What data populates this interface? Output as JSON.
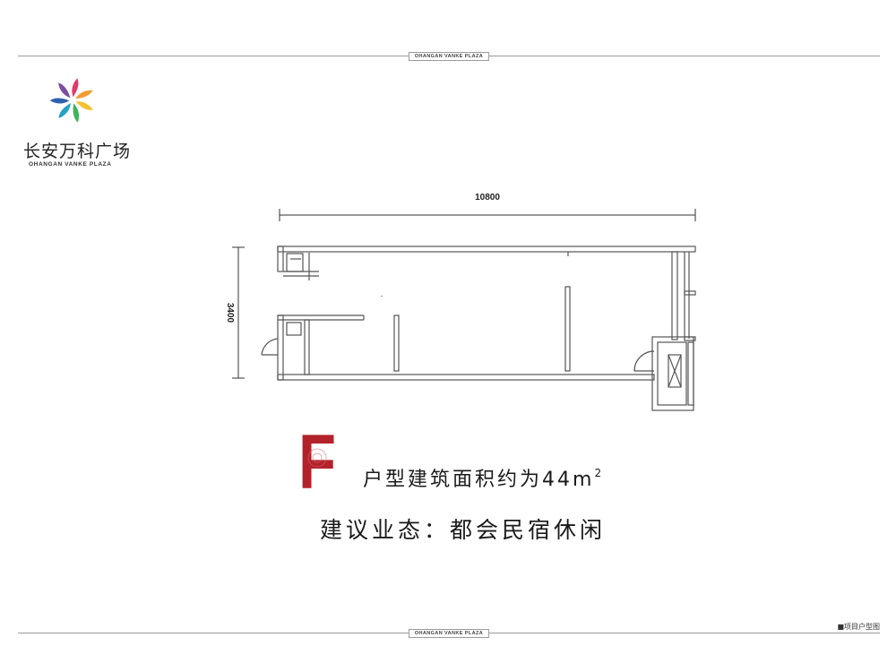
{
  "header": {
    "rule_label": "OHANGAN VANKE PLAZA"
  },
  "footer": {
    "rule_label": "OHANGAN VANKE PLAZA",
    "note": "■项目户型图"
  },
  "brand": {
    "name_cn": "长安万科广场",
    "name_en": "OHANGAN VANKE PLAZA",
    "colors": [
      "#e23b6a",
      "#f39b2f",
      "#f2c230",
      "#3fb35a",
      "#22a3c6",
      "#2f5fae",
      "#7d4fa0"
    ]
  },
  "plan": {
    "width_label": "10800",
    "depth_label": "3400",
    "wall_color": "#5a5a5a"
  },
  "unit": {
    "letter": "F",
    "letter_color": "#b3222b",
    "area_text": "户型建筑面积约为44m",
    "area_sup": "2",
    "usage_text": "建议业态：都会民宿休闲"
  }
}
